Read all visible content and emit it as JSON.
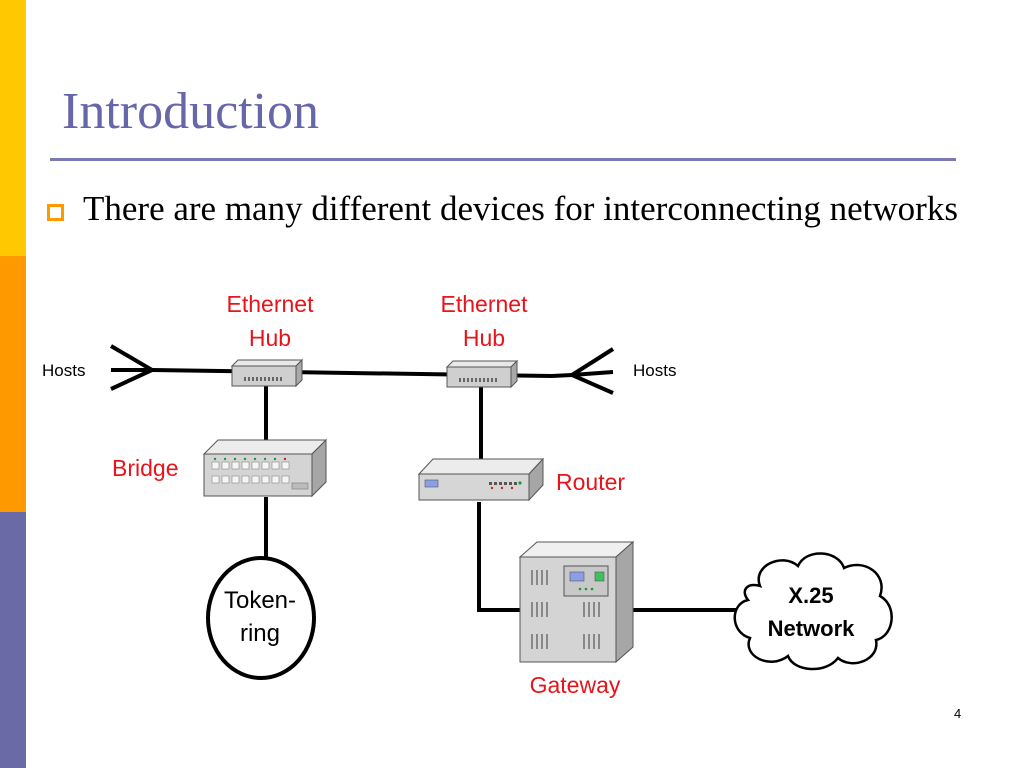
{
  "slide": {
    "title": "Introduction",
    "bullet": "There are many different devices for interconnecting networks",
    "page_number": "4"
  },
  "diagram": {
    "hub1_line1": "Ethernet",
    "hub1_line2": "Hub",
    "hub2_line1": "Ethernet",
    "hub2_line2": "Hub",
    "hosts_left": "Hosts",
    "hosts_right": "Hosts",
    "bridge": "Bridge",
    "router": "Router",
    "token_line1": "Token-",
    "token_line2": "ring",
    "x25_line1": "X.25",
    "x25_line2": "Network",
    "gateway": "Gateway"
  },
  "colors": {
    "title": "#6666a8",
    "device_label": "#e8141c",
    "bar_top": "#ffc800",
    "bar_mid": "#ff9900",
    "bar_bottom": "#6a6aa6"
  }
}
